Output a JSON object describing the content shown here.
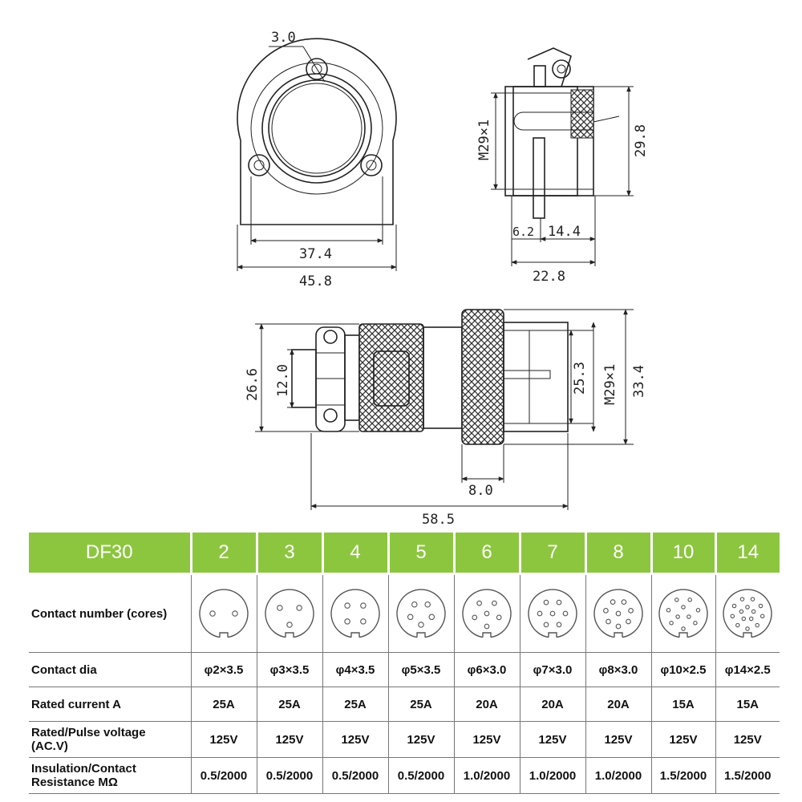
{
  "dimensions": {
    "front_hole": "3.0",
    "front_inner": "37.4",
    "front_outer": "45.8",
    "side_thread": "M29×1",
    "side_height": "29.8",
    "side_a": "6.2",
    "side_b": "14.4",
    "side_total": "22.8",
    "plug_outer": "26.6",
    "plug_inner": "12.0",
    "plug_d1": "25.3",
    "plug_thread": "M29×1",
    "plug_d2": "33.4",
    "plug_nut": "8.0",
    "plug_length": "58.5"
  },
  "table": {
    "model": "DF30",
    "columns": [
      "2",
      "3",
      "4",
      "5",
      "6",
      "7",
      "8",
      "10",
      "14"
    ],
    "rows": {
      "contact_number": {
        "label": "Contact number (cores)"
      },
      "contact_dia": {
        "label": "Contact dia",
        "values": [
          "φ2×3.5",
          "φ3×3.5",
          "φ4×3.5",
          "φ5×3.5",
          "φ6×3.0",
          "φ7×3.0",
          "φ8×3.0",
          "φ10×2.5",
          "φ14×2.5"
        ]
      },
      "rated_current": {
        "label": "Rated current A",
        "values": [
          "25A",
          "25A",
          "25A",
          "25A",
          "20A",
          "20A",
          "20A",
          "15A",
          "15A"
        ]
      },
      "rated_voltage": {
        "label_line1": "Rated/Pulse voltage",
        "label_line2": "(AC.V)",
        "values": [
          "125V",
          "125V",
          "125V",
          "125V",
          "125V",
          "125V",
          "125V",
          "125V",
          "125V"
        ]
      },
      "insulation": {
        "label_line1": "Insulation/Contact",
        "label_line2": "Resistance MΩ",
        "values": [
          "0.5/2000",
          "0.5/2000",
          "0.5/2000",
          "0.5/2000",
          "1.0/2000",
          "1.0/2000",
          "1.0/2000",
          "1.5/2000",
          "1.5/2000"
        ]
      }
    },
    "pin_counts": [
      2,
      3,
      4,
      5,
      6,
      7,
      8,
      10,
      14
    ],
    "colors": {
      "header_bg": "#8cc63f",
      "header_text": "#ffffff"
    }
  }
}
